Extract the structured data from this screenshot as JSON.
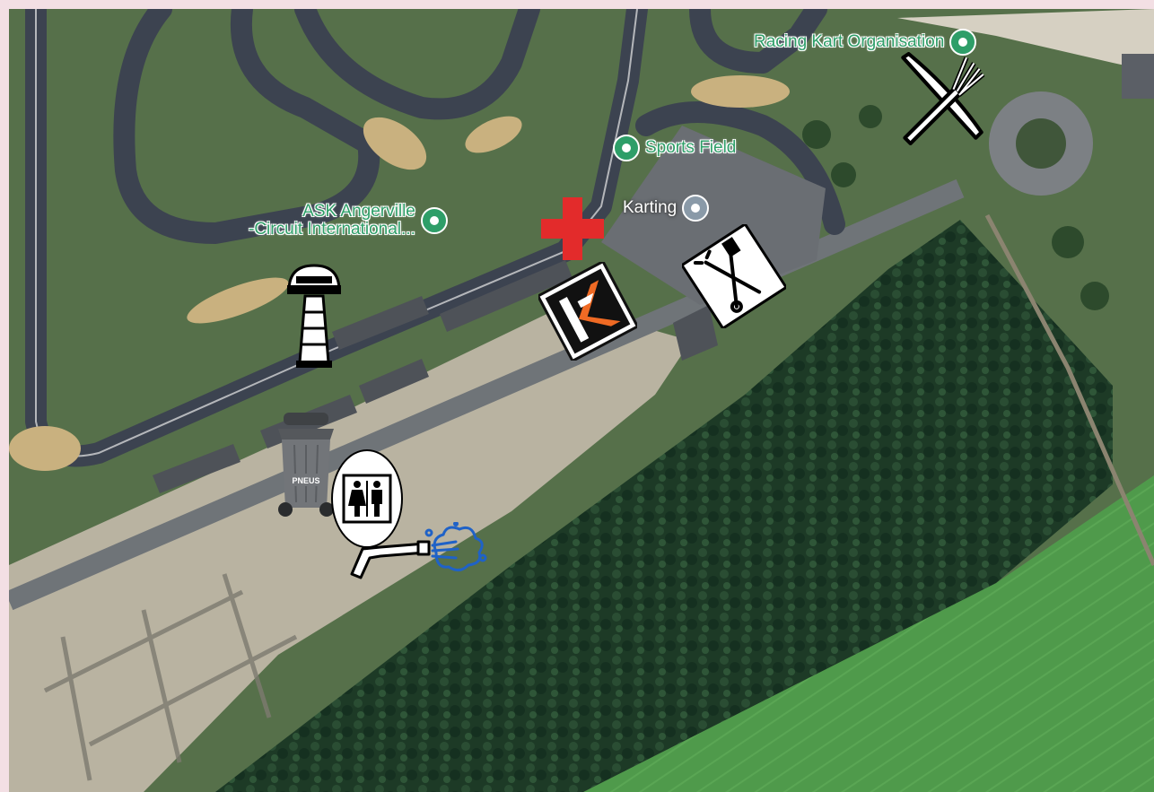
{
  "map": {
    "labels": {
      "racing_kart": "Racing Kart Organisation",
      "sports_field": "Sports Field",
      "karting": "Karting",
      "ask_line1": "ASK Angerville",
      "ask_line2": "-Circuit International..."
    },
    "icons": {
      "restaurant": "fork-knife-icon",
      "first_aid": "red-cross-icon",
      "workshop": "wrench-screwdriver-icon",
      "brand": "kart-logo-icon",
      "tower": "control-tower-icon",
      "bin": "tyre-bin-icon",
      "toilets": "toilets-icon",
      "washing": "pressure-washer-icon"
    },
    "bin_text": "PNEUS",
    "colors": {
      "poi_green": "#2e9e68",
      "poi_gray": "#8a9aa8",
      "first_aid": "#e32b2b",
      "brand_orange": "#ef6a24"
    }
  }
}
